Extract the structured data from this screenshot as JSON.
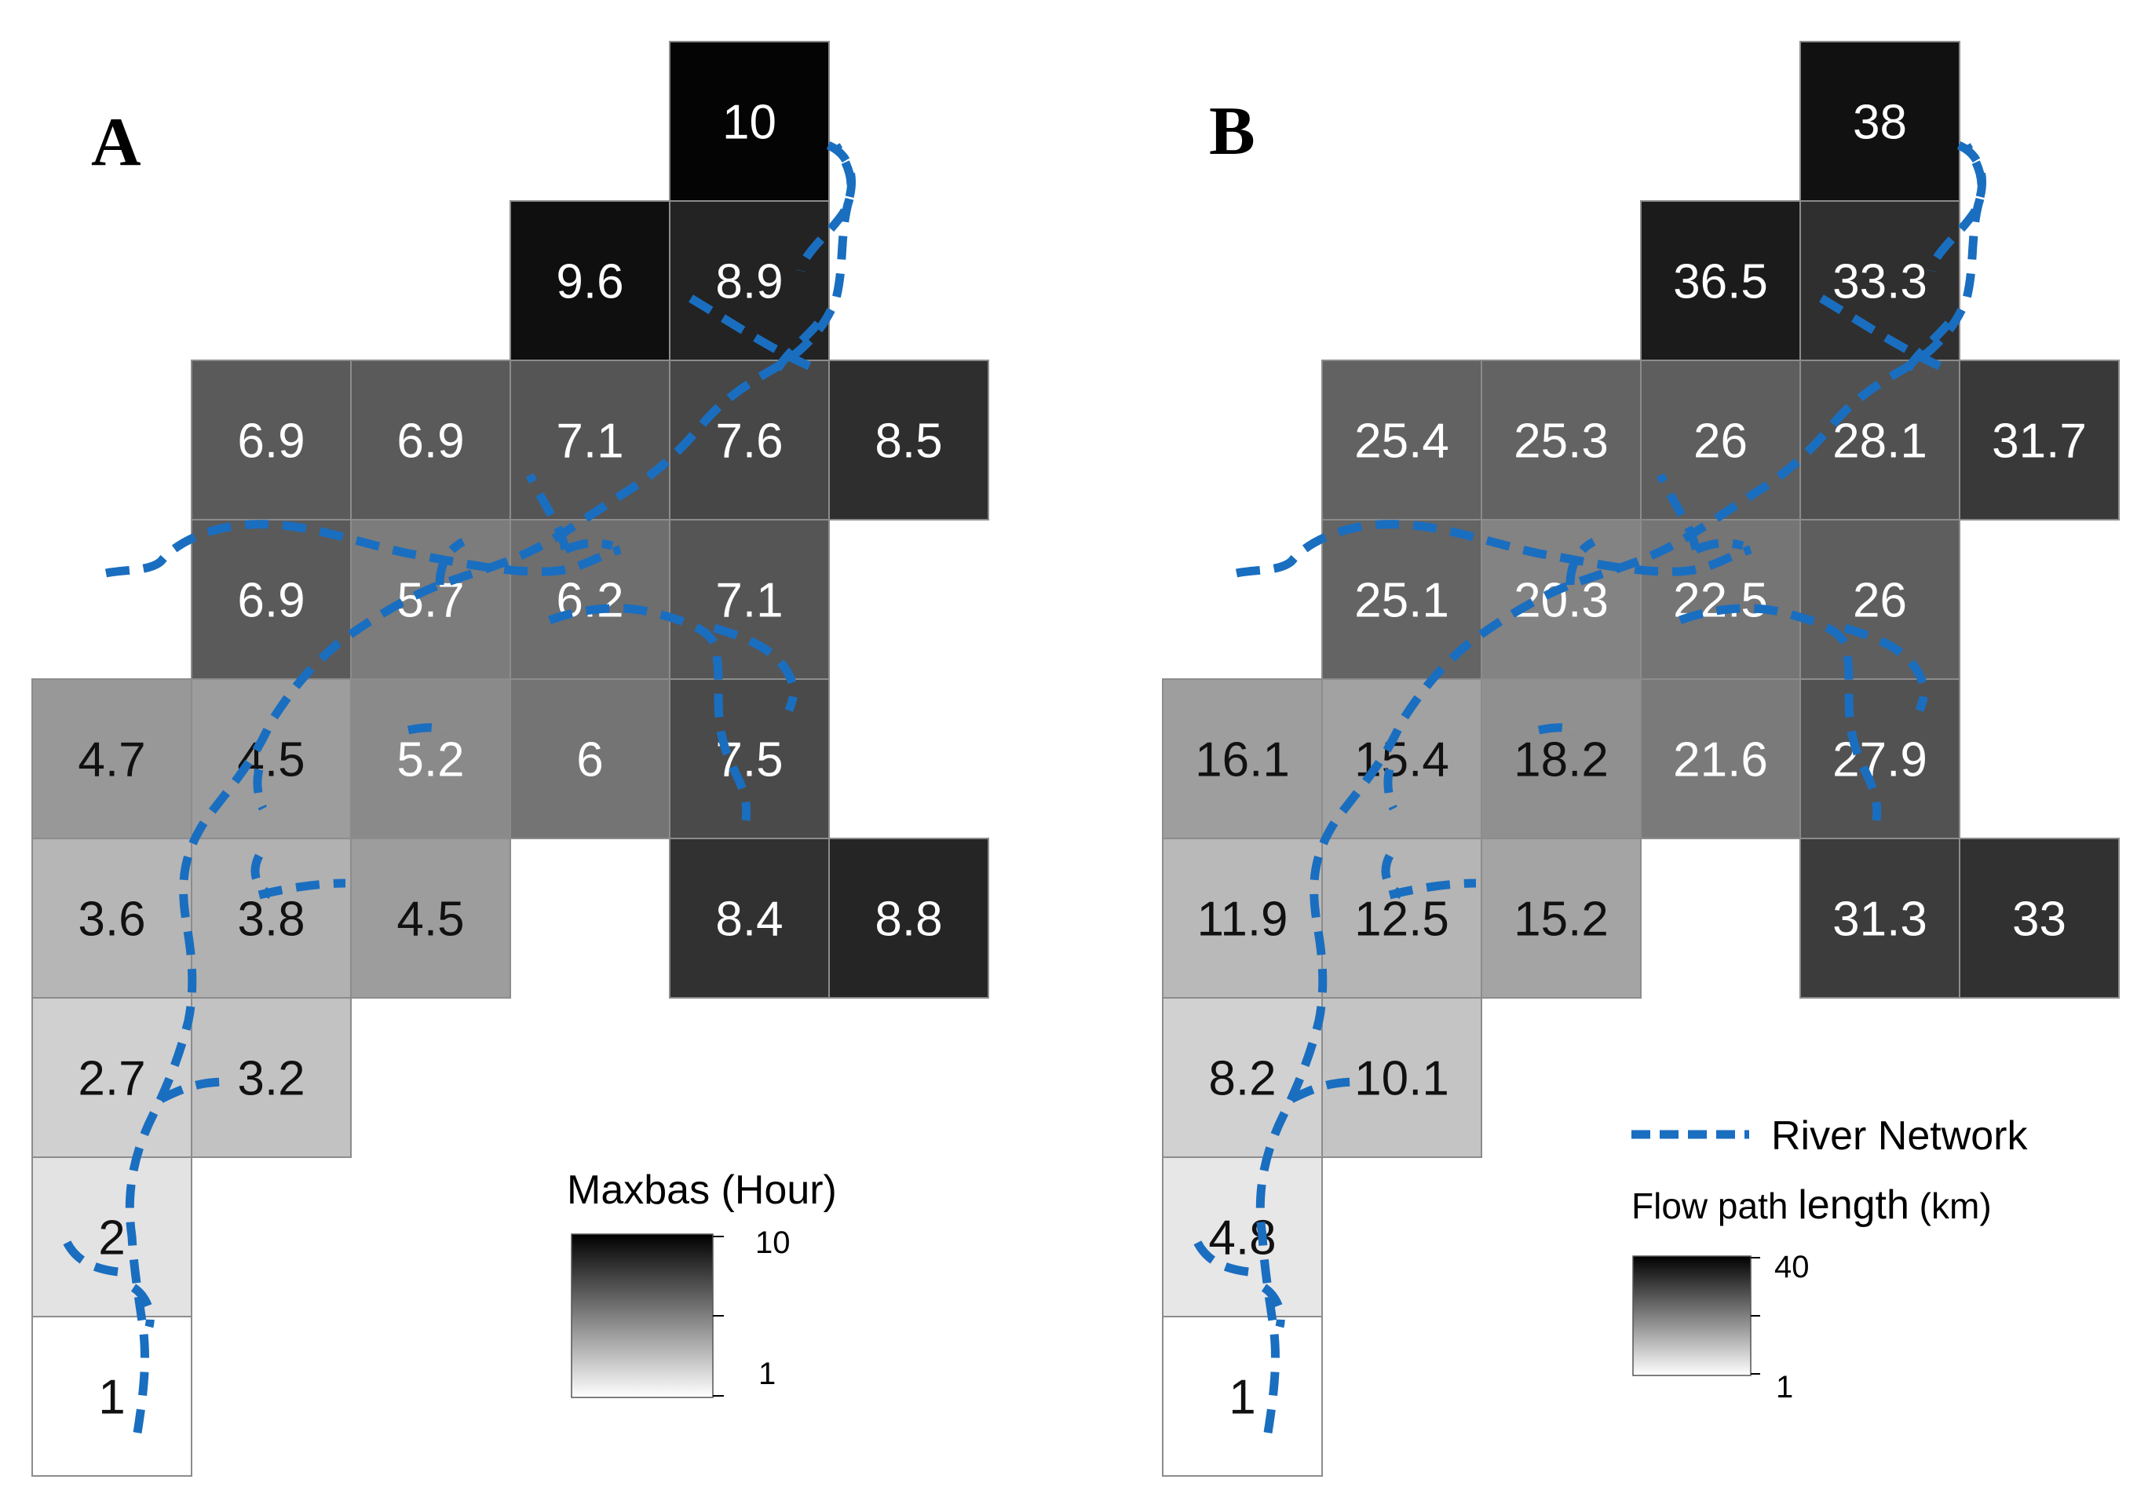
{
  "panels": [
    {
      "letter": "A",
      "values": [
        "10",
        "9.6",
        "8.9",
        "6.9",
        "6.9",
        "7.1",
        "7.6",
        "8.5",
        "6.9",
        "5.7",
        "6.2",
        "7.1",
        "4.7",
        "4.5",
        "5.2",
        "6",
        "7.5",
        "3.6",
        "3.8",
        "4.5",
        "8.4",
        "8.8",
        "2.7",
        "3.2",
        "2",
        "1"
      ],
      "min": 1,
      "max": 10
    },
    {
      "letter": "B",
      "values": [
        "38",
        "36.5",
        "33.3",
        "25.4",
        "25.3",
        "26",
        "28.1",
        "31.7",
        "25.1",
        "20.3",
        "22.5",
        "26",
        "16.1",
        "15.4",
        "18.2",
        "21.6",
        "27.9",
        "11.9",
        "12.5",
        "15.2",
        "31.3",
        "33",
        "8.2",
        "10.1",
        "4.8",
        "1"
      ],
      "min": 1,
      "max": 40
    }
  ],
  "legend_a": {
    "title": "Maxbas (Hour)",
    "max_label": "10",
    "min_label": "1"
  },
  "legend_b": {
    "river_label": "River Network",
    "title_part1": "Flow path ",
    "title_part2": "length",
    "title_part3": " (km)",
    "max_label": "40",
    "min_label": "1"
  },
  "colors": {
    "river": "#1a6ec0",
    "grid_line": "#8c8c8c"
  }
}
